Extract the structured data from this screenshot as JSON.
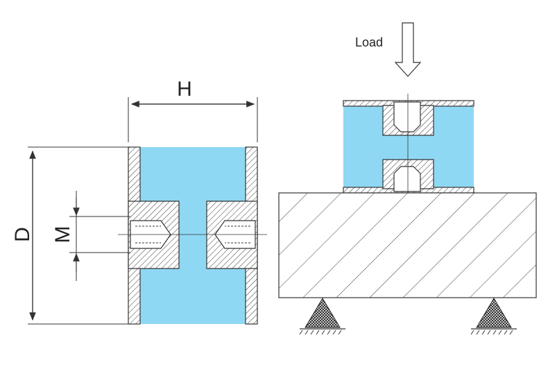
{
  "labels": {
    "height": "H",
    "diameter": "D",
    "thread": "M",
    "load": "Load"
  },
  "colors": {
    "rubber": "#8fd8f3",
    "outline": "#333333",
    "background": "#ffffff"
  }
}
